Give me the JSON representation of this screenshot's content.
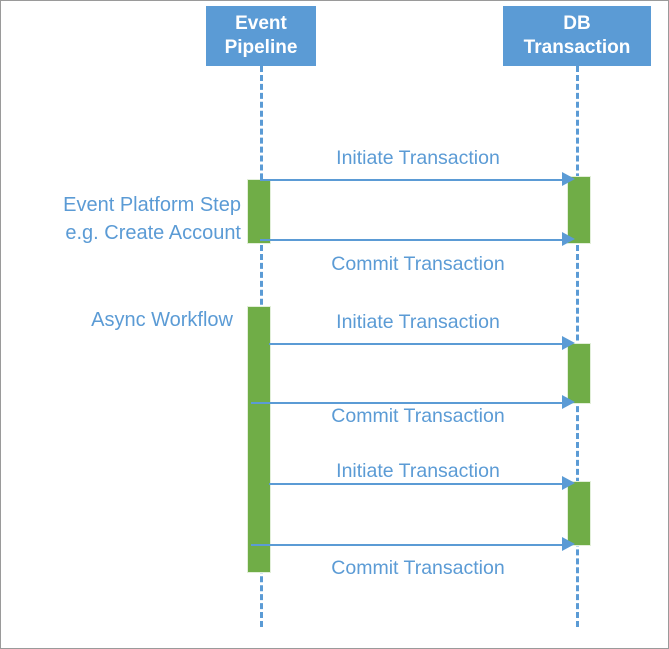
{
  "diagram": {
    "type": "sequence-diagram",
    "colors": {
      "participant_fill": "#5B9BD5",
      "participant_text": "#FFFFFF",
      "lifeline": "#5B9BD5",
      "activation_fill": "#70AD47",
      "message_line": "#5B9BD5",
      "message_text": "#5B9BD5",
      "annotation_text": "#5B9BD5",
      "background": "#FFFFFF",
      "border": "#9A9A9A"
    },
    "participants": [
      {
        "id": "event-pipeline",
        "line1": "Event",
        "line2": "Pipeline"
      },
      {
        "id": "db-transaction",
        "line1": "DB",
        "line2": "Transaction"
      }
    ],
    "annotations": [
      {
        "id": "event-platform-step",
        "line1": "Event Platform Step",
        "line2": "e.g. Create Account"
      },
      {
        "id": "async-workflow",
        "line1": "Async Workflow",
        "line2": ""
      }
    ],
    "messages": [
      {
        "id": "msg-1",
        "label": "Initiate Transaction",
        "from": "event-pipeline",
        "to": "db-transaction",
        "direction": "right"
      },
      {
        "id": "msg-2",
        "label": "Commit Transaction",
        "from": "event-pipeline",
        "to": "db-transaction",
        "direction": "right"
      },
      {
        "id": "msg-3",
        "label": "Initiate Transaction",
        "from": "event-pipeline",
        "to": "db-transaction",
        "direction": "right"
      },
      {
        "id": "msg-4",
        "label": "Commit Transaction",
        "from": "event-pipeline",
        "to": "db-transaction",
        "direction": "right"
      },
      {
        "id": "msg-5",
        "label": "Initiate Transaction",
        "from": "event-pipeline",
        "to": "db-transaction",
        "direction": "right"
      },
      {
        "id": "msg-6",
        "label": "Commit Transaction",
        "from": "event-pipeline",
        "to": "db-transaction",
        "direction": "right"
      }
    ]
  }
}
